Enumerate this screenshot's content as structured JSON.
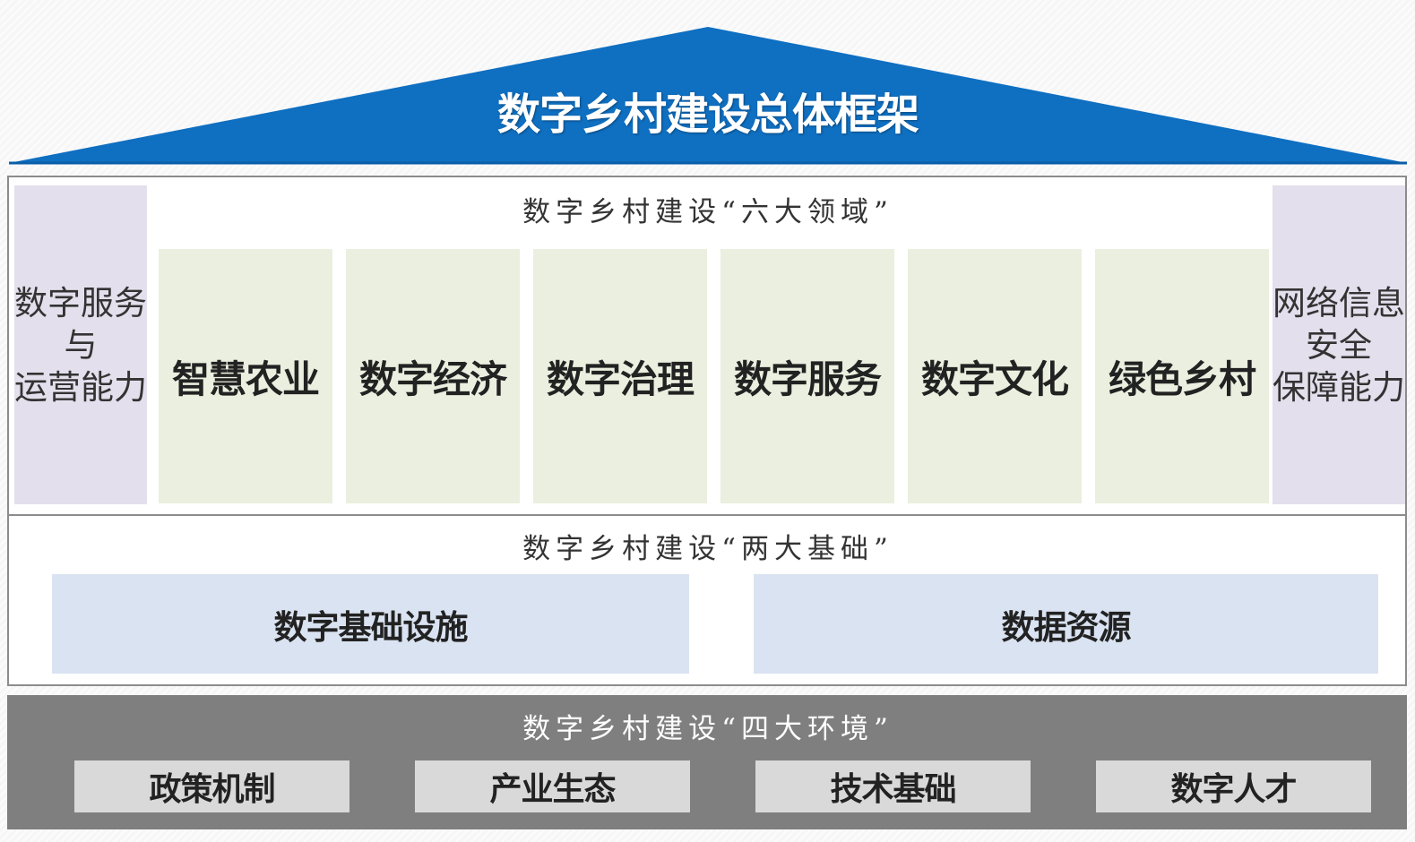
{
  "title": "数字乡村建设总体框架",
  "colors": {
    "roof_blue": "#0f6fc1",
    "domain_green": "#eaefdf",
    "pillar_lavender": "#e3dfec",
    "foundation_blue": "#dae3f1",
    "environment_gray": "#7f7f7f",
    "environment_item": "#d9d9d9"
  },
  "six_domains": {
    "label": "数字乡村建设“六大领域”",
    "items": [
      "智慧农业",
      "数字经济",
      "数字治理",
      "数字服务",
      "数字文化",
      "绿色乡村"
    ]
  },
  "side_pillars": {
    "left": [
      "数字服务",
      "与",
      "运营能力"
    ],
    "right": [
      "网络信息",
      "安全",
      "保障能力"
    ]
  },
  "two_foundations": {
    "label": "数字乡村建设“两大基础”",
    "items": [
      "数字基础设施",
      "数据资源"
    ]
  },
  "four_environments": {
    "label": "数字乡村建设“四大环境”",
    "items": [
      "政策机制",
      "产业生态",
      "技术基础",
      "数字人才"
    ]
  }
}
